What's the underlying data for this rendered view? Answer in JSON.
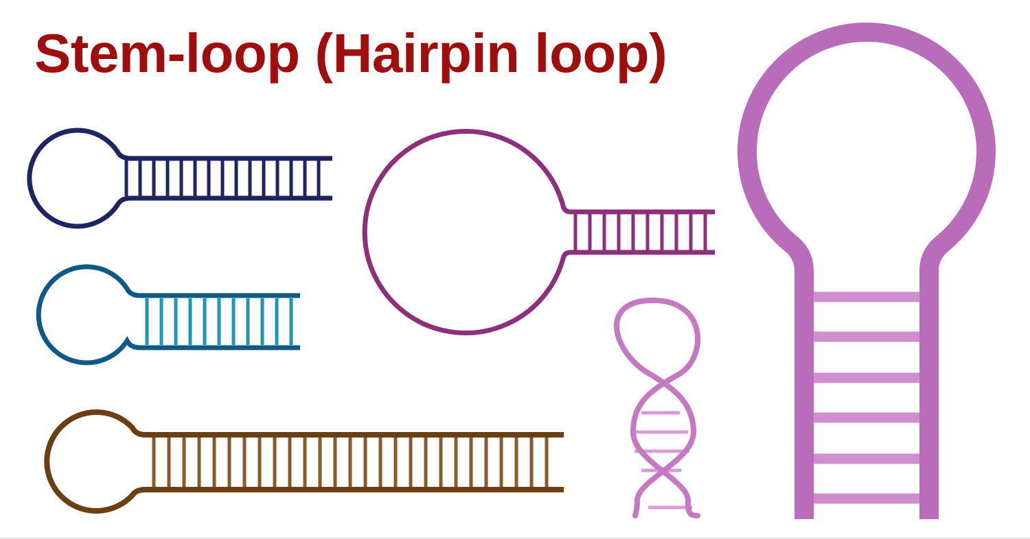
{
  "title": "Stem-loop (Hairpin loop)",
  "colors": {
    "title": "#a00d0d",
    "navy": "#1f2563",
    "teal_strand": "#0e5a86",
    "teal_rungs": "#1a98b8",
    "brown_strand": "#6b3f12",
    "brown_rungs": "#8a5a2a",
    "plum": "#8e2f7c",
    "orchid_strand": "#c479c2",
    "orchid_rungs": "#d99ad8",
    "violet_strand": "#b86cb9",
    "violet_rungs": "#cf8ece"
  },
  "hairpins": [
    {
      "name": "navy-hairpin",
      "orientation": "horizontal",
      "base_pairs": 15
    },
    {
      "name": "teal-hairpin",
      "orientation": "horizontal",
      "base_pairs": 11
    },
    {
      "name": "brown-hairpin",
      "orientation": "horizontal",
      "base_pairs": 27
    },
    {
      "name": "plum-hairpin",
      "orientation": "horizontal",
      "base_pairs": 10
    },
    {
      "name": "twisted-hairpin",
      "orientation": "vertical",
      "base_pairs": 5
    },
    {
      "name": "large-hairpin",
      "orientation": "vertical",
      "base_pairs": 6
    }
  ]
}
